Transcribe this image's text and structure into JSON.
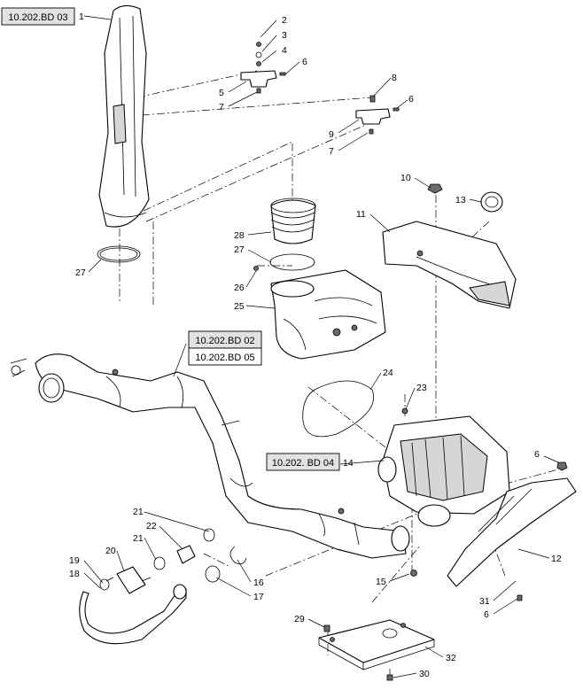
{
  "refs": {
    "r1": "10.202.BD 03",
    "r2": "10.202.BD 02",
    "r3": "10.202.BD 05",
    "r4": "10.202. BD 04"
  },
  "labels": {
    "n1": "1",
    "n2": "2",
    "n3": "3",
    "n4": "4",
    "n5": "5",
    "n6a": "6",
    "n7a": "7",
    "n8": "8",
    "n6b": "6",
    "n9": "9",
    "n7b": "7",
    "n10": "10",
    "n13": "13",
    "n11": "11",
    "n28": "28",
    "n27a": "27",
    "n27b": "27",
    "n26": "26",
    "n25": "25",
    "n24": "24",
    "n23": "23",
    "n14": "14",
    "n6c": "6",
    "n12": "12",
    "n21a": "21",
    "n22": "22",
    "n21b": "21",
    "n20": "20",
    "n19": "19",
    "n18": "18",
    "n16": "16",
    "n17": "17",
    "n15": "15",
    "n31": "31",
    "n6d": "6",
    "n29": "29",
    "n32": "32",
    "n30": "30"
  }
}
